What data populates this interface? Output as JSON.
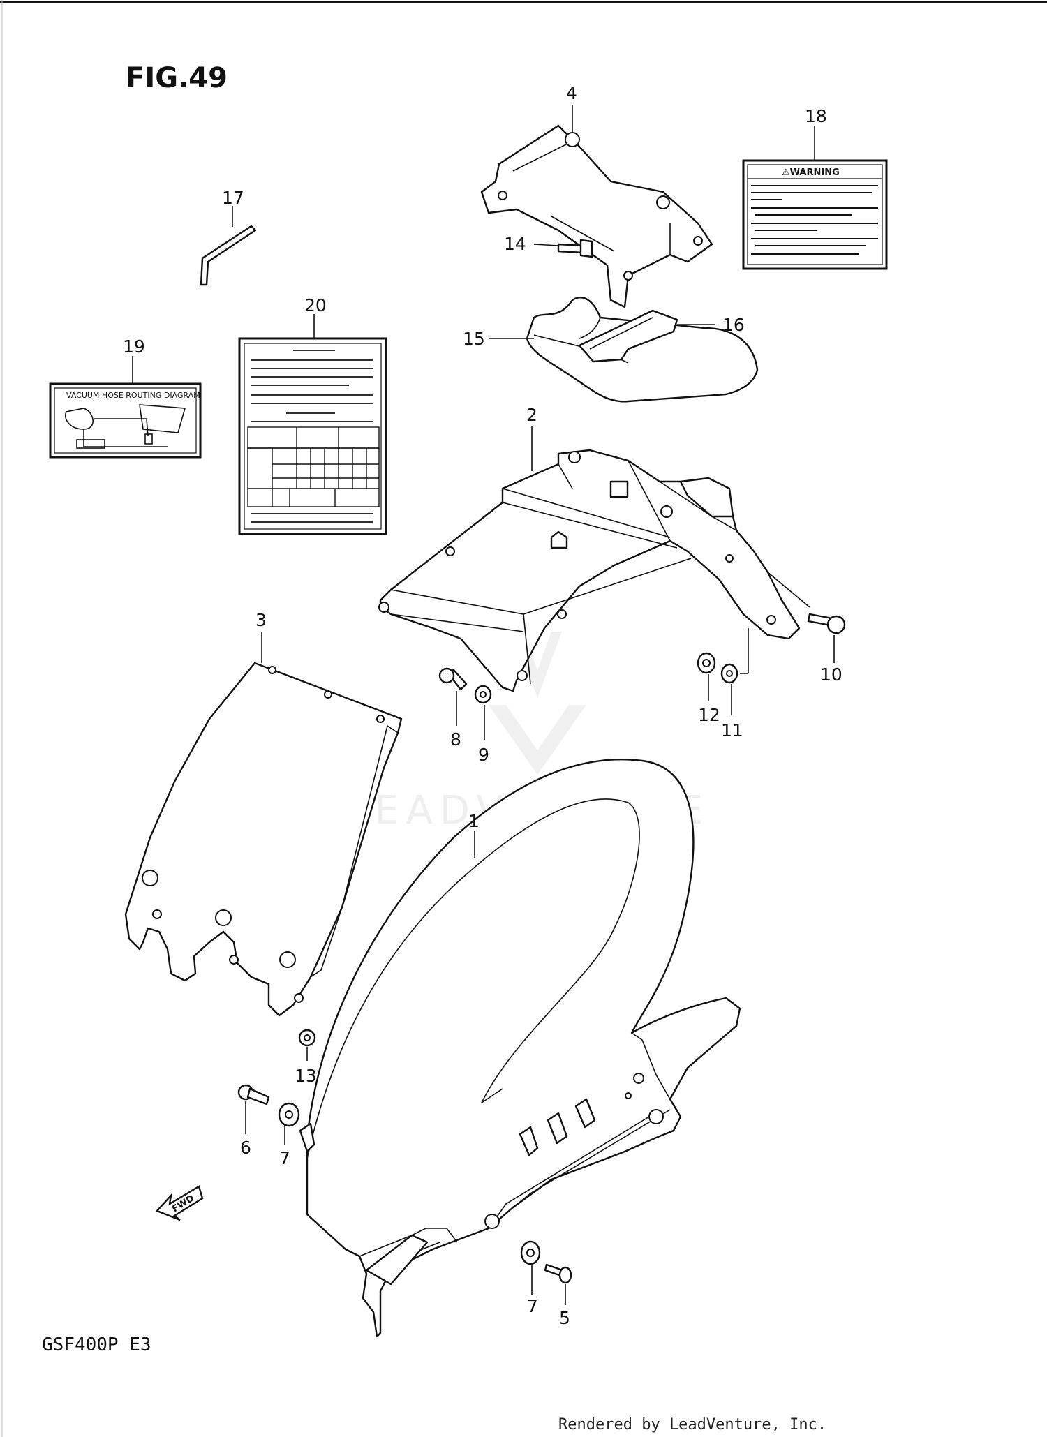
{
  "figure": {
    "title": "FIG.49"
  },
  "model_code": "GSF400P  E3",
  "credit": "Rendered by LeadVenture, Inc.",
  "watermark": "LEADVENTURE",
  "fwd_arrow": {
    "label": "FWD"
  },
  "labels": {
    "warning": {
      "title": "⚠WARNING"
    },
    "vacuum": {
      "title": "VACUUM HOSE ROUTING DIAGRAM"
    }
  },
  "part_numbers": {
    "p1": "1",
    "p2": "2",
    "p3": "3",
    "p4": "4",
    "p5": "5",
    "p6": "6",
    "p7a": "7",
    "p7b": "7",
    "p8": "8",
    "p9": "9",
    "p10": "10",
    "p11": "11",
    "p12": "12",
    "p13": "13",
    "p14": "14",
    "p15": "15",
    "p16": "16",
    "p17": "17",
    "p18": "18",
    "p19": "19",
    "p20": "20"
  },
  "colors": {
    "ink": "#111111",
    "paper": "#ffffff",
    "watermark": "#ededed"
  }
}
